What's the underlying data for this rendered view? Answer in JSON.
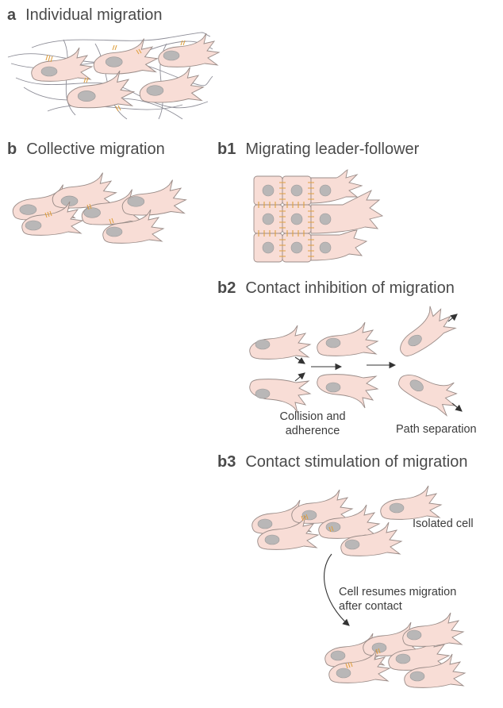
{
  "panels": {
    "a": {
      "letter": "a",
      "title": "Individual migration"
    },
    "b": {
      "letter": "b",
      "title": "Collective migration"
    },
    "b1": {
      "letter": "b1",
      "title": "Migrating leader-follower"
    },
    "b2": {
      "letter": "b2",
      "title": "Contact inhibition of migration"
    },
    "b3": {
      "letter": "b3",
      "title": "Contact stimulation of migration"
    }
  },
  "captions": {
    "collision_line1": "Collision and",
    "collision_line2": "adherence",
    "path_separation": "Path separation",
    "isolated_cell": "Isolated cell",
    "resumes_line1": "Cell resumes migration",
    "resumes_line2": "after contact"
  },
  "colors": {
    "cell_fill": "#f8ddd6",
    "cell_outline": "#9a8c88",
    "nucleus": "#b9b7b7",
    "adhesion": "#e0a040",
    "fiber": "#8e8e98",
    "text": "#4a4a4a"
  }
}
